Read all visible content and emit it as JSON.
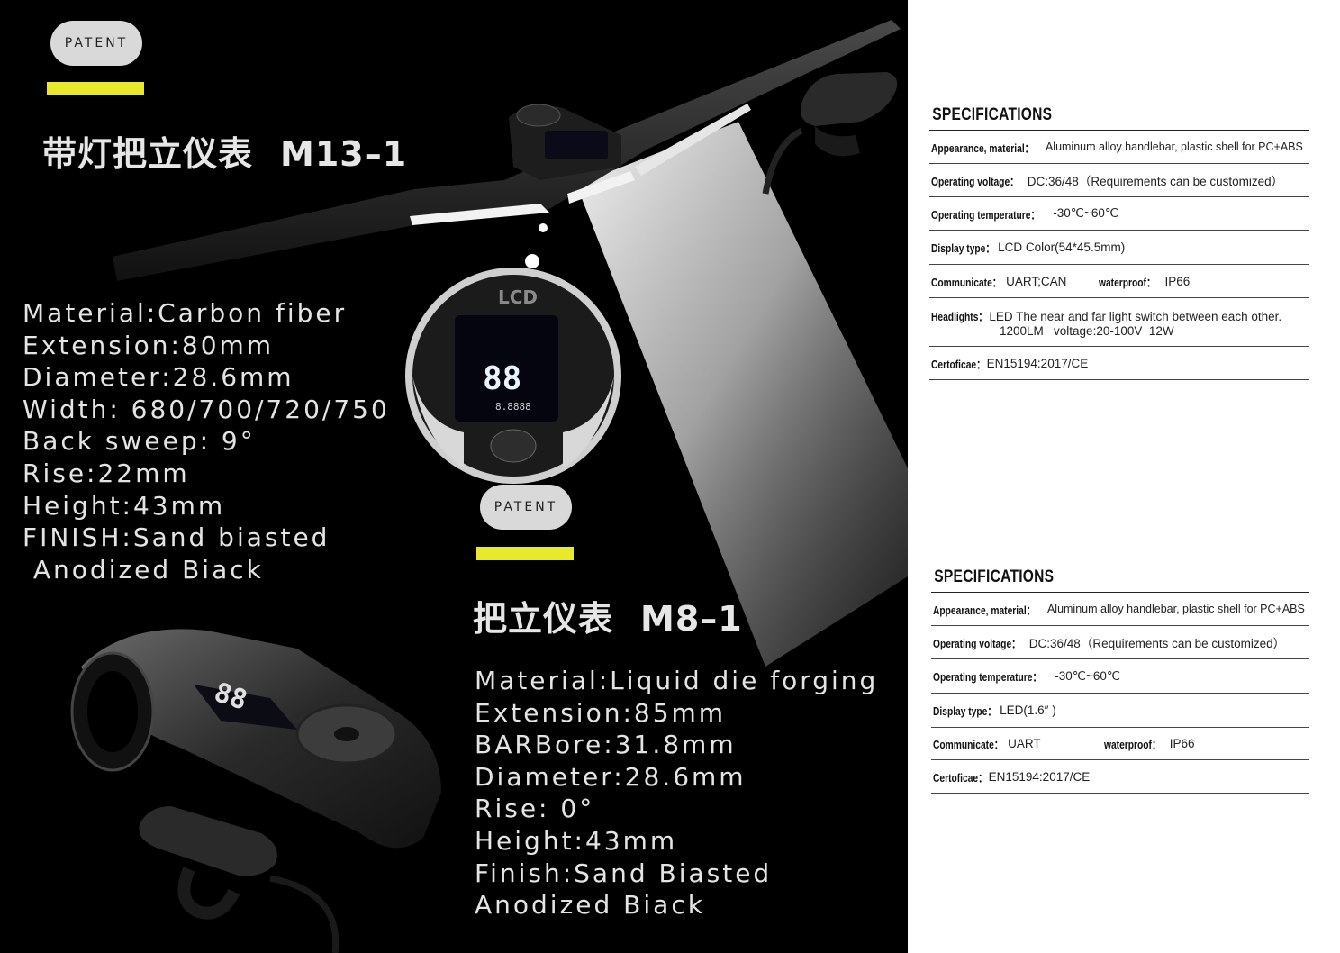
{
  "patent_label": "PATENT",
  "m13": {
    "title_cn": "带灯把立仪表",
    "model": "M13–1",
    "lcd_label": "LCD",
    "specs": [
      "Material:Carbon fiber",
      "Extension:80mm",
      "Diameter:28.6mm",
      "Width: 680/700/720/750",
      "Back sweep:  9°",
      "Rise:22mm",
      "Height:43mm",
      "FINISH:Sand biasted",
      " Anodized Biack"
    ],
    "lcd_readout": "88",
    "lcd_odo": "8.8888"
  },
  "m8": {
    "title_cn": "把立仪表",
    "model": "M8–1",
    "specs": [
      "Material:Liquid die forging",
      "Extension:85mm",
      "BARBore:31.8mm",
      "Diameter:28.6mm",
      "Rise: 0°",
      "Height:43mm",
      "Finish:Sand Biasted",
      "Anodized Biack"
    ],
    "display_readout": "88"
  },
  "sheet1": {
    "title": "SPECIFICATIONS",
    "rows": [
      {
        "k": "Appearance, material：",
        "v": "Aluminum alloy handlebar, plastic shell for PC+ABS"
      },
      {
        "k": "Operating voltage：",
        "v": "DC:36/48（Requirements can be customized）"
      },
      {
        "k": "Operating temperature：",
        "v": "-30℃~60℃"
      },
      {
        "k": "Display type：",
        "v": "LCD Color(54*45.5mm)"
      },
      {
        "k": "Communicate：",
        "v": "UART;CAN",
        "k2": "waterproof：",
        "v2": "IP66"
      },
      {
        "k": "Headlights：",
        "v": "LED The near and far light switch between each other.",
        "v_line2": "1200LM   voltage:20-100V  12W"
      },
      {
        "k": "Certoficae：",
        "v": "EN15194:2017/CE"
      }
    ]
  },
  "sheet2": {
    "title": "SPECIFICATIONS",
    "rows": [
      {
        "k": "Appearance, material：",
        "v": "Aluminum alloy handlebar, plastic shell for PC+ABS"
      },
      {
        "k": "Operating voltage：",
        "v": "DC:36/48（Requirements can be customized）"
      },
      {
        "k": "Operating temperature：",
        "v": "-30℃~60℃"
      },
      {
        "k": "Display type：",
        "v": "LED(1.6″ )"
      },
      {
        "k": "Communicate：",
        "v": "UART",
        "k2": "waterproof：",
        "v2": "IP66"
      },
      {
        "k": "Certoficae：",
        "v": "EN15194:2017/CE"
      }
    ]
  }
}
